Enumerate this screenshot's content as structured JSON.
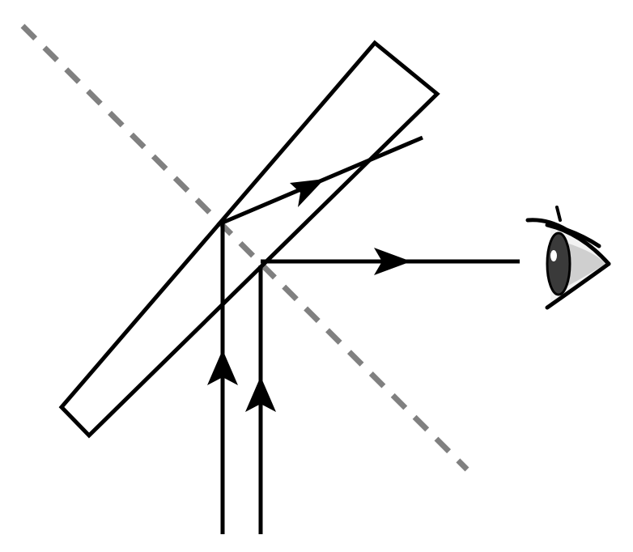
{
  "diagram": {
    "colors": {
      "background": "#ffffff",
      "stroke": "#000000",
      "normal_line": "#808080",
      "eye_iris": "#3a3a3a",
      "eye_white": "#f2f2f2",
      "eye_shadow": "#cfcfcf"
    },
    "elements": [
      "glass-plate",
      "normal-line",
      "incident-ray-left",
      "incident-ray-right",
      "refracted-ray",
      "reflected-ray",
      "eye-icon"
    ]
  }
}
